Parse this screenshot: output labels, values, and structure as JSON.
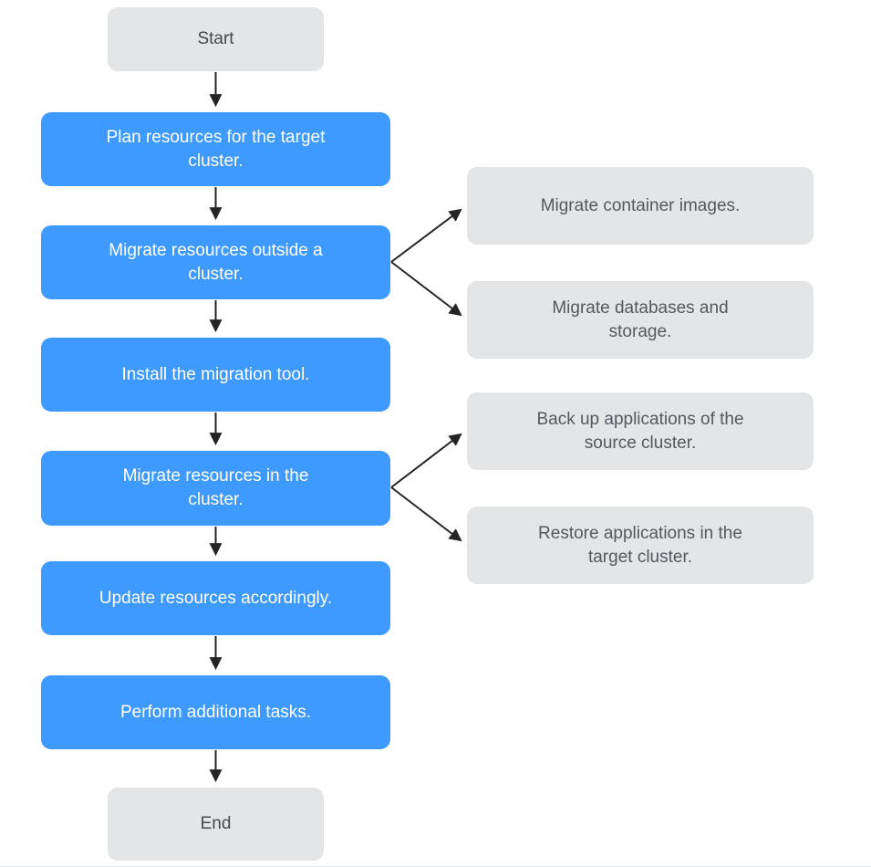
{
  "flowchart": {
    "nodes": {
      "start": {
        "label": "Start",
        "type": "terminal"
      },
      "step1": {
        "label": "Plan resources for the target\ncluster.",
        "type": "process"
      },
      "step2": {
        "label": "Migrate resources outside a\ncluster.",
        "type": "process"
      },
      "step3": {
        "label": "Install the migration tool.",
        "type": "process"
      },
      "step4": {
        "label": "Migrate resources in the\ncluster.",
        "type": "process"
      },
      "step5": {
        "label": "Update resources accordingly.",
        "type": "process"
      },
      "step6": {
        "label": "Perform additional tasks.",
        "type": "process"
      },
      "end": {
        "label": "End",
        "type": "terminal"
      },
      "branch1": {
        "label": "Migrate container images.",
        "type": "side"
      },
      "branch2": {
        "label": "Migrate databases and\nstorage.",
        "type": "side"
      },
      "branch3": {
        "label": "Back up applications of the\nsource cluster.",
        "type": "side"
      },
      "branch4": {
        "label": "Restore applications in the\ntarget cluster.",
        "type": "side"
      }
    },
    "edges": [
      {
        "from": "start",
        "to": "step1"
      },
      {
        "from": "step1",
        "to": "step2"
      },
      {
        "from": "step2",
        "to": "step3"
      },
      {
        "from": "step3",
        "to": "step4"
      },
      {
        "from": "step4",
        "to": "step5"
      },
      {
        "from": "step5",
        "to": "step6"
      },
      {
        "from": "step6",
        "to": "end"
      },
      {
        "from": "step2",
        "to": "branch1"
      },
      {
        "from": "step2",
        "to": "branch2"
      },
      {
        "from": "step4",
        "to": "branch3"
      },
      {
        "from": "step4",
        "to": "branch4"
      }
    ],
    "colors": {
      "process_fill": "#3E9AFE",
      "process_text": "#FFFFFF",
      "terminal_fill": "#E3E5E6",
      "terminal_text": "#45484D",
      "side_text": "#55595F",
      "arrow": "#242424"
    }
  }
}
